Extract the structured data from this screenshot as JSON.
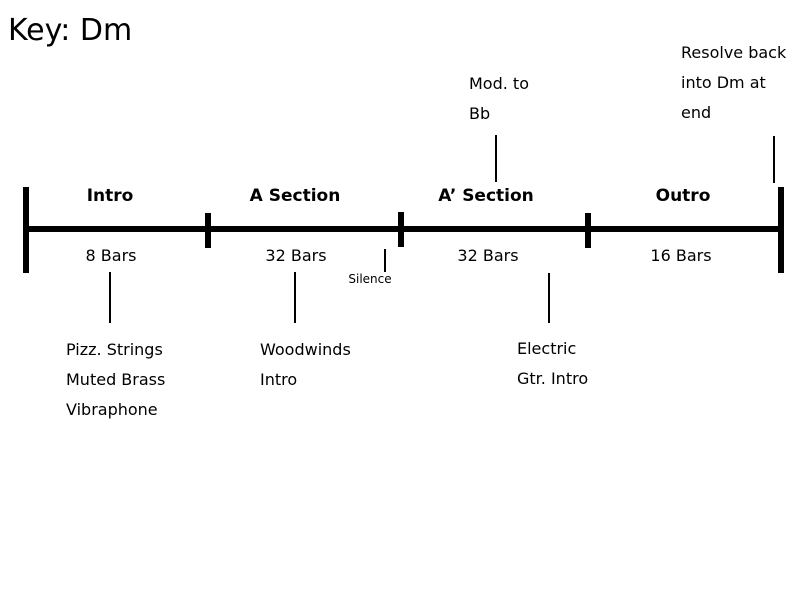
{
  "title": "Key: Dm",
  "timeline": {
    "sections": [
      {
        "name": "Intro",
        "bars": "8 Bars"
      },
      {
        "name": "A Section",
        "bars": "32 Bars"
      },
      {
        "name": "A’ Section",
        "bars": "32 Bars"
      },
      {
        "name": "Outro",
        "bars": "16 Bars"
      }
    ],
    "silence_label": "Silence"
  },
  "annotations": {
    "modulation": {
      "line1": "Mod. to",
      "line2": "Bb"
    },
    "resolve": {
      "line1": "Resolve back",
      "line2": "into Dm at",
      "line3": "end"
    },
    "intro_instruments": {
      "line1": "Pizz. Strings",
      "line2": "Muted Brass",
      "line3": "Vibraphone"
    },
    "a_section_instruments": {
      "line1": "Woodwinds",
      "line2": "Intro"
    },
    "a_prime_instruments": {
      "line1": "Electric",
      "line2": "Gtr. Intro"
    }
  },
  "colors": {
    "background": "#ffffff",
    "ink": "#000000"
  }
}
